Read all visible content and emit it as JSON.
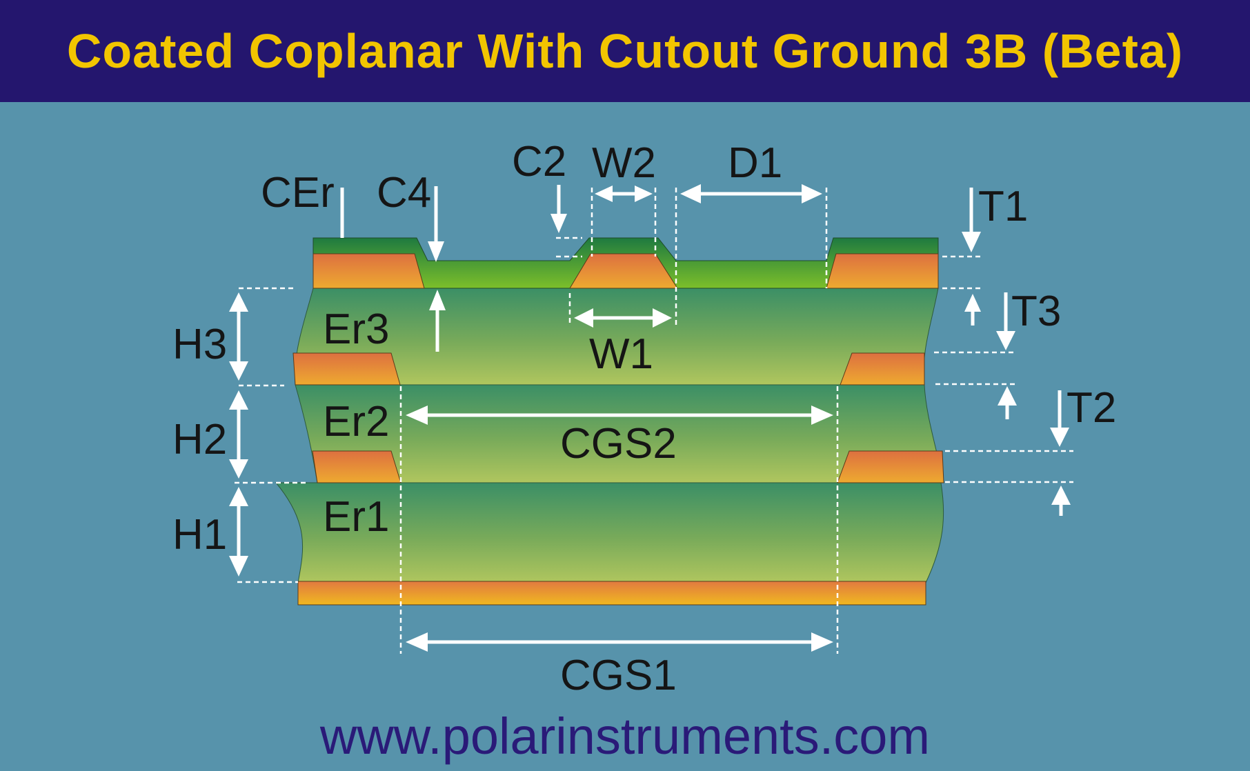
{
  "title": "Coated Coplanar With Cutout Ground 3B (Beta)",
  "footer_url": "www.polarinstruments.com",
  "labels": {
    "cer": "CEr",
    "c4": "C4",
    "c2": "C2",
    "w2": "W2",
    "d1": "D1",
    "t1": "T1",
    "t3": "T3",
    "t2": "T2",
    "h3": "H3",
    "h2": "H2",
    "h1": "H1",
    "er3": "Er3",
    "er2": "Er2",
    "er1": "Er1",
    "w1": "W1",
    "cgs2": "CGS2",
    "cgs1": "CGS1"
  },
  "colors": {
    "title_background": "#24166e",
    "title_text": "#f2c500",
    "background": "#5793ab",
    "copper": "#e88a3a",
    "dielectric": "#3f9565",
    "coating": "#1e8a3a",
    "dimension_lines": "#ffffff",
    "url_text": "#2a1a78"
  }
}
